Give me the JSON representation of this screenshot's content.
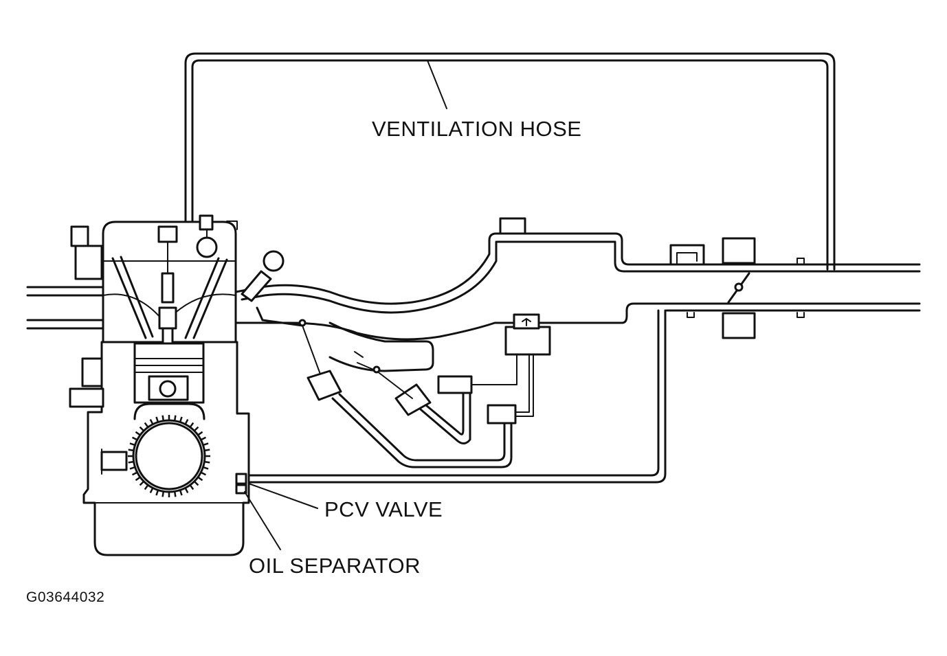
{
  "labels": {
    "ventilation_hose": "VENTILATION HOSE",
    "pcv_valve": "PCV VALVE",
    "oil_separator": "OIL SEPARATOR",
    "figure_id": "G03644032"
  },
  "colors": {
    "line": "#111111",
    "background": "#ffffff"
  }
}
